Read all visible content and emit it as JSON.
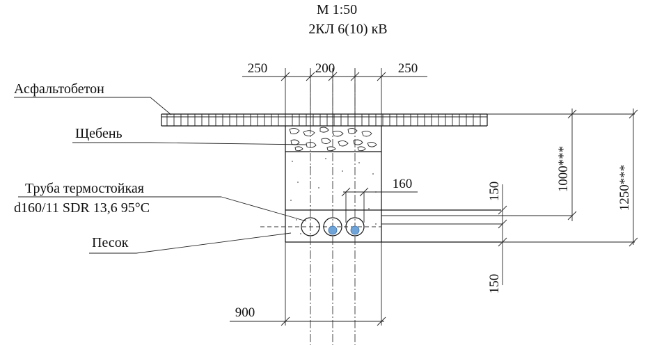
{
  "header": {
    "scale": "М 1:50",
    "cable_line": "2КЛ 6(10) кВ"
  },
  "layers": {
    "asphalt": "Асфальтобетон",
    "gravel": "Щебень",
    "pipe_line1": "Труба термостойкая",
    "pipe_line2": "d160/11 SDR 13,6 95°С",
    "sand": "Песок"
  },
  "dimensions": {
    "top_left": "250",
    "top_mid": "200",
    "top_right": "250",
    "pipe_d": "160",
    "right_150_top": "150",
    "right_1000": "1000***",
    "right_1250": "1250***",
    "right_150_bottom": "150",
    "bottom_900": "900"
  }
}
